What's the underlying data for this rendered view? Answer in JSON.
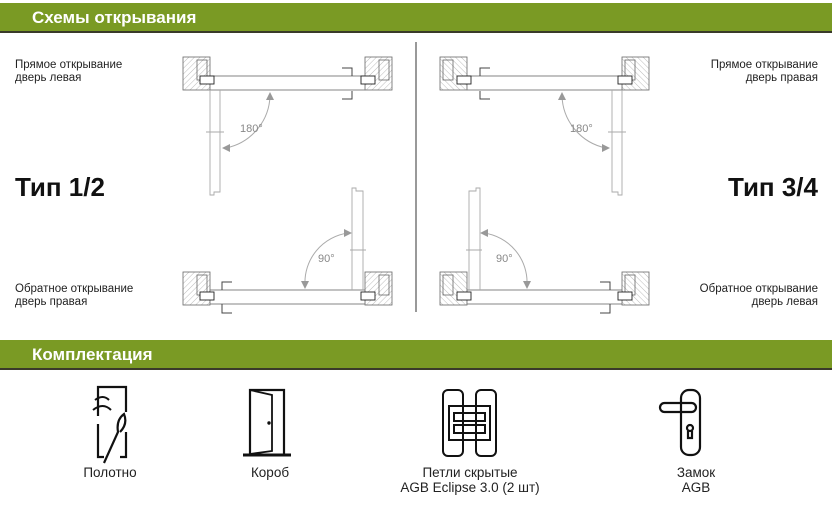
{
  "sections": {
    "opening_title": "Схемы открывания",
    "kit_title": "Комплектация"
  },
  "schemes": {
    "left_top": {
      "line1": "Прямое открывание",
      "line2": "дверь левая"
    },
    "left_bottom": {
      "line1": "Обратное открывание",
      "line2": "дверь правая"
    },
    "right_top": {
      "line1": "Прямое открывание",
      "line2": "дверь правая"
    },
    "right_bottom": {
      "line1": "Обратное открывание",
      "line2": "дверь левая"
    },
    "type_left": "Тип 1/2",
    "type_right": "Тип 3/4",
    "angle_180": "180°",
    "angle_90": "90°"
  },
  "kit": [
    {
      "icon": "door-leaf-icon",
      "line1": "Полотно",
      "line2": ""
    },
    {
      "icon": "door-frame-icon",
      "line1": "Короб",
      "line2": ""
    },
    {
      "icon": "hidden-hinge-icon",
      "line1": "Петли скрытые",
      "line2": "AGB Eclipse 3.0 (2 шт)"
    },
    {
      "icon": "lock-handle-icon",
      "line1": "Замок",
      "line2": "AGB"
    }
  ],
  "colors": {
    "accent": "#7a9a24"
  }
}
